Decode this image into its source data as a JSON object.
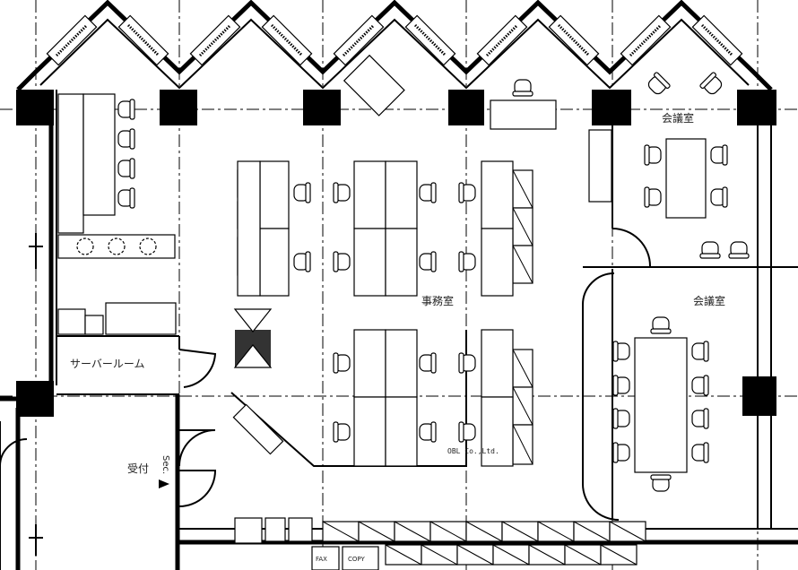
{
  "plan": {
    "rooms": {
      "meeting_room_1": "会議室",
      "meeting_room_2": "会議室",
      "office": "事務室",
      "server_room": "サーバールーム",
      "reception": "受付",
      "security": "Sec."
    },
    "equipment": {
      "fax": "FAX",
      "copy": "COPY"
    },
    "company": "OBL Co.,Ltd."
  }
}
